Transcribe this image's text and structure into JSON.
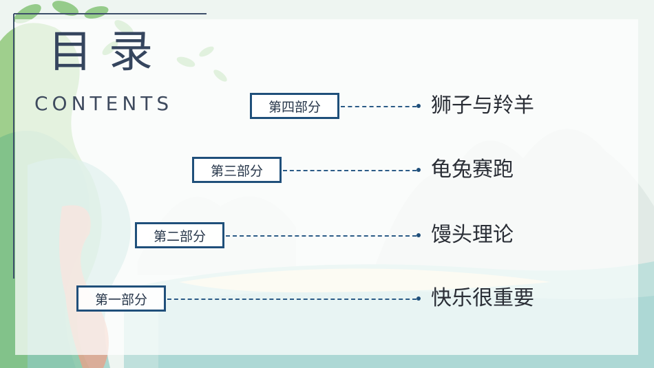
{
  "title": "目录",
  "subtitle": "CONTENTS",
  "items": [
    {
      "part": "第四部分",
      "name": "狮子与羚羊"
    },
    {
      "part": "第三部分",
      "name": "龟兔赛跑"
    },
    {
      "part": "第二部分",
      "name": "馒头理论"
    },
    {
      "part": "第一部分",
      "name": "快乐很重要"
    }
  ],
  "colors": {
    "accent": "#1f4f7a",
    "text": "#2a2e36",
    "title": "#35455e"
  }
}
